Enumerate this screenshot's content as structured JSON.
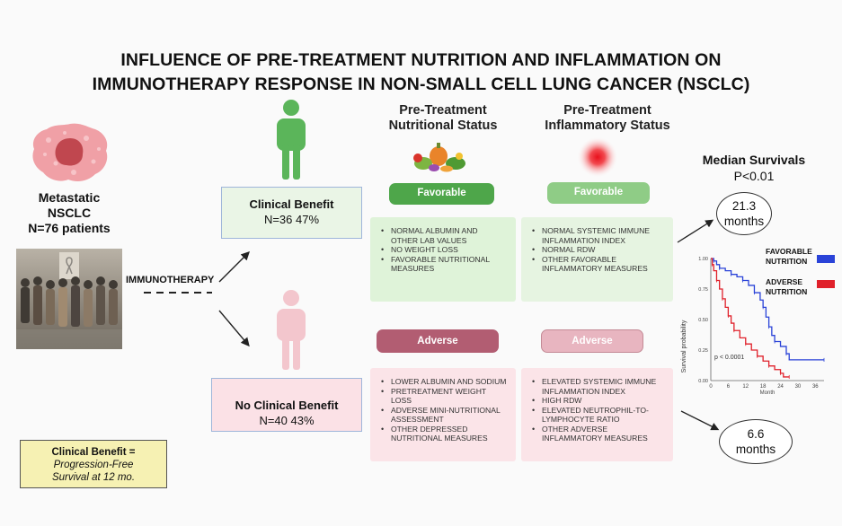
{
  "title": {
    "line1": "INFLUENCE OF PRE-TREATMENT NUTRITION AND INFLAMMATION ON",
    "line2": "IMMUNOTHERAPY RESPONSE IN NON-SMALL CELL LUNG CANCER (NSCLC)"
  },
  "cohort": {
    "line1": "Metastatic",
    "line2": "NSCLC",
    "line3": "N=76 patients"
  },
  "treatment_label": "IMMUNOTHERAPY",
  "groups": {
    "benefit": {
      "label": "Clinical Benefit",
      "stats": "N=36  47%"
    },
    "no_benefit": {
      "label": "No Clinical Benefit",
      "stats": "N=40  43%"
    }
  },
  "columns": {
    "nutrition": {
      "line1": "Pre-Treatment",
      "line2": "Nutritional Status"
    },
    "inflammation": {
      "line1": "Pre-Treatment",
      "line2": "Inflammatory Status"
    }
  },
  "pills": {
    "favorable": "Favorable",
    "adverse": "Adverse"
  },
  "panels": {
    "nutrition_favorable": [
      "NORMAL ALBUMIN AND OTHER LAB VALUES",
      "NO WEIGHT LOSS",
      "FAVORABLE NUTRITIONAL MEASURES"
    ],
    "inflammation_favorable": [
      "NORMAL SYSTEMIC IMMUNE INFLAMMATION INDEX",
      "NORMAL RDW",
      "OTHER FAVORABLE INFLAMMATORY MEASURES"
    ],
    "nutrition_adverse": [
      "LOWER ALBUMIN AND SODIUM",
      "PRETREATMENT WEIGHT LOSS",
      "ADVERSE MINI-NUTRITIONAL ASSESSMENT",
      "OTHER DEPRESSED NUTRITIONAL MEASURES"
    ],
    "inflammation_adverse": [
      "ELEVATED SYSTEMIC IMMUNE INFLAMMATION INDEX",
      "HIGH RDW",
      "ELEVATED NEUTROPHIL-TO-LYMPHOCYTE RATIO",
      "OTHER ADVERSE INFLAMMATORY MEASURES"
    ]
  },
  "survival": {
    "heading": "Median Survivals",
    "pvalue": "P<0.01",
    "favorable_value": "21.3",
    "favorable_unit": "months",
    "adverse_value": "6.6",
    "adverse_unit": "months"
  },
  "definition": {
    "line1": "Clinical Benefit =",
    "line2": "Progression-Free",
    "line3": "Survival at 12 mo."
  },
  "colors": {
    "favorable_green": "#4ea64a",
    "favorable_light": "#8fcc86",
    "adverse_dark": "#b25d72",
    "adverse_light": "#e8b5c0",
    "panel_green": "#dff3d9",
    "panel_pink": "#fbe4e8",
    "figure_green": "#5bb55a",
    "figure_pink": "#f3c6cd",
    "blue_series": "#2a43d8",
    "red_series": "#e0202a"
  },
  "chart_data": {
    "type": "line",
    "xlabel": "Month",
    "ylabel": "Survival probability",
    "x_ticks": [
      0,
      6,
      12,
      18,
      24,
      30,
      36
    ],
    "y_ticks": [
      "0.00",
      "0.25",
      "0.50",
      "0.75",
      "1.00"
    ],
    "xlim": [
      0,
      39
    ],
    "ylim": [
      0,
      1
    ],
    "annotation": "p < 0.0001",
    "legend_position": "right",
    "series": [
      {
        "name": "FAVORABLE NUTRITION",
        "color": "#2a43d8",
        "x": [
          0,
          1,
          2,
          3,
          5,
          7,
          9,
          11,
          13,
          15,
          17,
          18,
          19,
          20,
          21,
          22,
          24,
          26,
          27,
          39
        ],
        "y": [
          1.0,
          0.98,
          0.95,
          0.92,
          0.9,
          0.87,
          0.85,
          0.82,
          0.78,
          0.72,
          0.66,
          0.6,
          0.52,
          0.44,
          0.37,
          0.32,
          0.28,
          0.22,
          0.17,
          0.17
        ]
      },
      {
        "name": "ADVERSE NUTRITION",
        "color": "#e0202a",
        "x": [
          0,
          0.5,
          1,
          2,
          3,
          4,
          5,
          6,
          7,
          8,
          10,
          12,
          14,
          16,
          18,
          20,
          22,
          24,
          25,
          27
        ],
        "y": [
          1.0,
          0.95,
          0.9,
          0.82,
          0.75,
          0.67,
          0.6,
          0.53,
          0.47,
          0.41,
          0.35,
          0.3,
          0.25,
          0.2,
          0.16,
          0.12,
          0.09,
          0.06,
          0.03,
          0.03
        ]
      }
    ]
  }
}
